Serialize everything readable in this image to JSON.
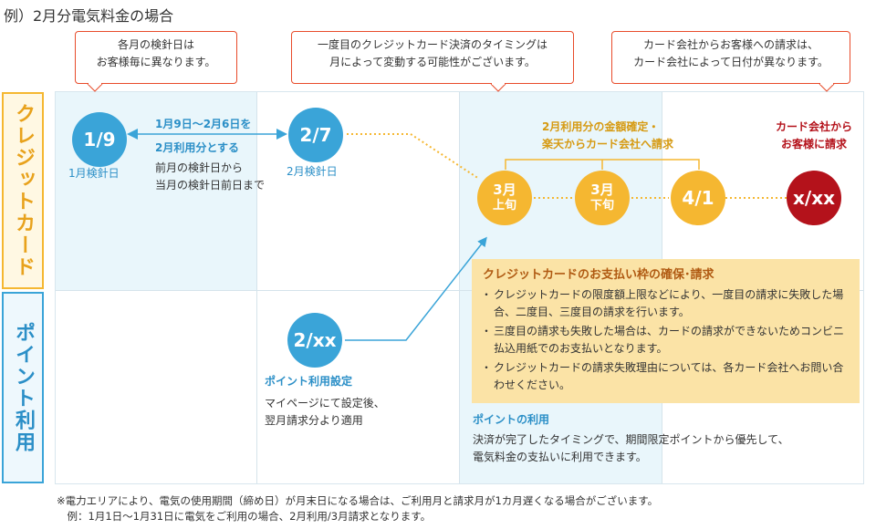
{
  "title": "例）2月分電気料金の場合",
  "callouts": [
    "各月の検針日は\nお客様毎に異なります。",
    "一度目のクレジットカード決済のタイミングは\n月によって変動する可能性がございます。",
    "カード会社からお客様への請求は、\nカード会社によって日付が異なります。"
  ],
  "rows": {
    "credit": "クレジットカード",
    "point": "ポイント利用"
  },
  "credit": {
    "c1": "1/9",
    "c1_label": "1月検針日",
    "c2": "2/7",
    "c2_label": "2月検針日",
    "period_bold": "1月9日〜2月6日を\n2月利用分とする",
    "period_note": "前月の検針日から\n当月の検針日前日まで",
    "bracket_label": "2月利用分の金額確定・\n楽天からカード会社へ請求",
    "c3_month": "3月",
    "c3_sub": "上旬",
    "c4_month": "3月",
    "c4_sub": "下旬",
    "c5": "4/1",
    "c6": "x/xx",
    "c6_label": "カード会社から\nお客様に請求"
  },
  "point": {
    "circle": "2/xx",
    "setting_title": "ポイント利用設定",
    "setting_text": "マイページにて設定後、\n翌月請求分より適用",
    "use_title": "ポイントの利用",
    "use_text": "決済が完了したタイミングで、期間限定ポイントから優先して、\n電気料金の支払いに利用できます。"
  },
  "notice": {
    "heading": "クレジットカードのお支払い枠の確保･請求",
    "items": [
      "クレジットカードの限度額上限などにより、一度目の請求に失敗した場合、二度目、三度目の請求を行います。",
      "三度目の請求も失敗した場合は、カードの請求ができないためコンビニ払込用紙でのお支払いとなります。",
      "クレジットカードの請求失敗理由については、各カード会社へお問い合わせください。"
    ]
  },
  "footnote": "※電力エリアにより、電気の使用期間（締め日）が月末日になる場合は、ご利用月と請求月が1カ月遅くなる場合がございます。\n　例：1月1日〜1月31日に電気をご利用の場合、2月利用/3月請求となります。",
  "colors": {
    "blue": "#3aa4d8",
    "orange": "#f5b731",
    "red": "#b4121b",
    "callout_border": "#e84b2a"
  }
}
